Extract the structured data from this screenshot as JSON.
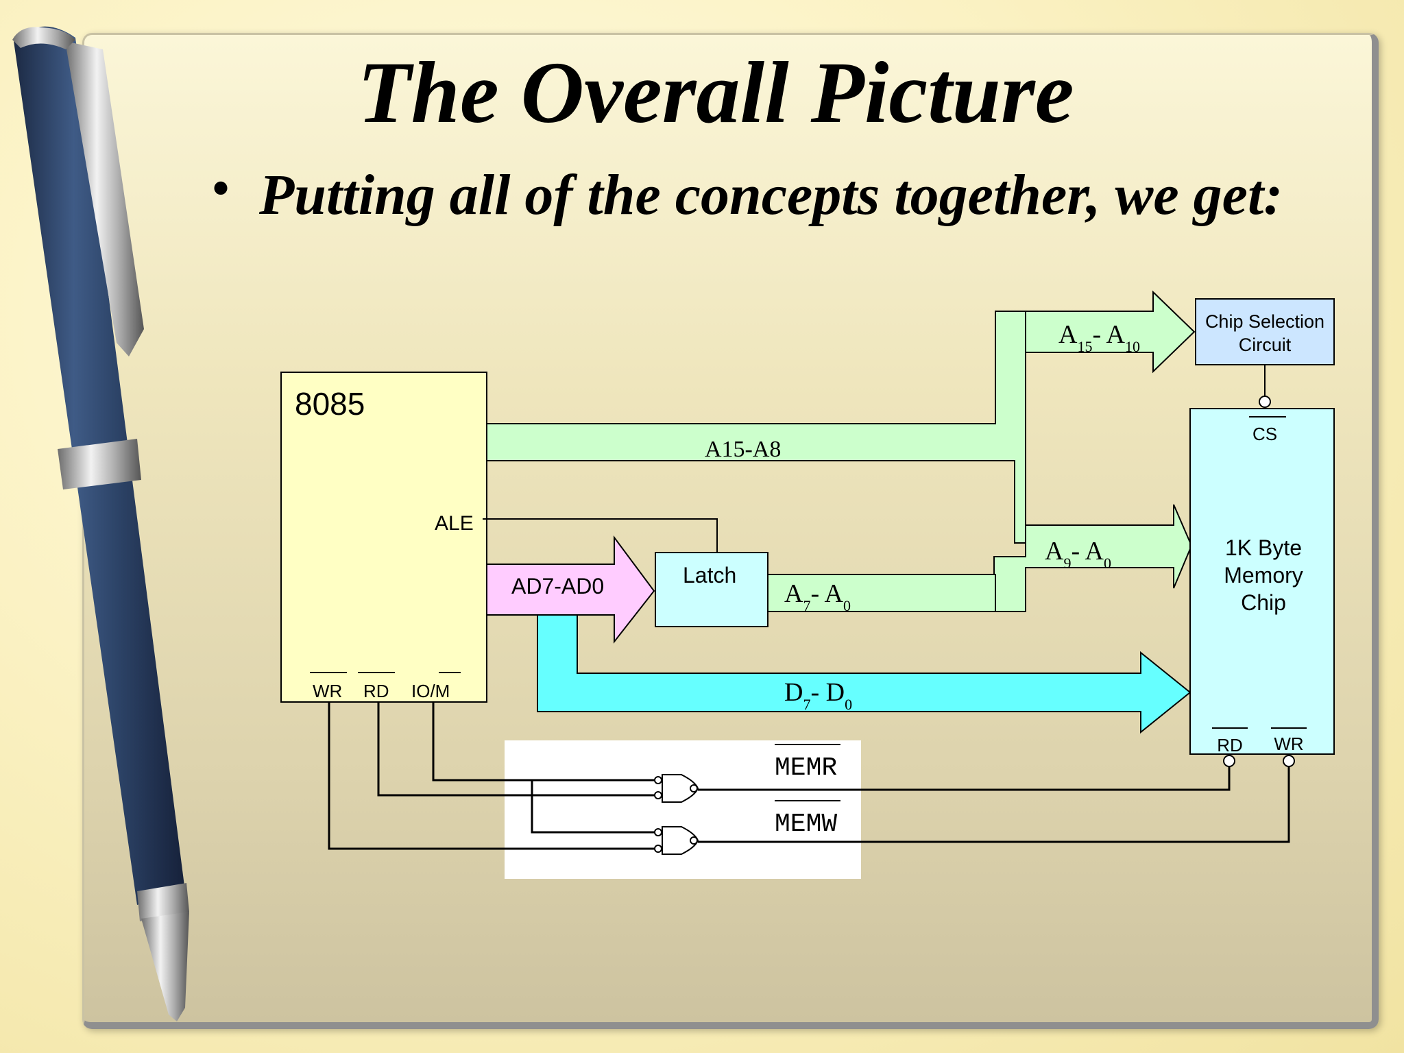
{
  "slide": {
    "title": "The Overall Picture",
    "bullet": "Putting all of the concepts together, we get:"
  },
  "diagram": {
    "cpu": {
      "name": "8085",
      "ale": "ALE",
      "wr": "WR",
      "rd": "RD",
      "iom": "IO/M"
    },
    "buses": {
      "high_address": "A15-A8",
      "mux_bus": "AD7-AD0",
      "latch_out": {
        "base": "A",
        "sub": "7",
        "sep": "- ",
        "base2": "A",
        "sub2": "0"
      },
      "low_address": {
        "base": "A",
        "sub": "9",
        "sep": "- ",
        "base2": "A",
        "sub2": "0"
      },
      "chip_select_addr": {
        "base": "A",
        "sub": "15",
        "sep": "- ",
        "base2": "A",
        "sub2": "10"
      },
      "data": {
        "base": "D",
        "sub": "7",
        "sep": "- ",
        "base2": "D",
        "sub2": "0"
      }
    },
    "latch": "Latch",
    "chip_selection": {
      "line1": "Chip Selection",
      "line2": "Circuit"
    },
    "memory": {
      "line1": "1K Byte",
      "line2": "Memory",
      "line3": "Chip",
      "cs": "CS",
      "rd": "RD",
      "wr": "WR"
    },
    "logic": {
      "memr": "MEMR",
      "memw": "MEMW"
    },
    "colors": {
      "cpu_fill": "#ffffc4",
      "address_bus": "#ccffcc",
      "mux_bus": "#ffccff",
      "data_bus": "#66ffff",
      "latch_fill": "#ccffff",
      "chip_select_fill": "#cce6ff",
      "memory_fill": "#ccffff"
    }
  }
}
